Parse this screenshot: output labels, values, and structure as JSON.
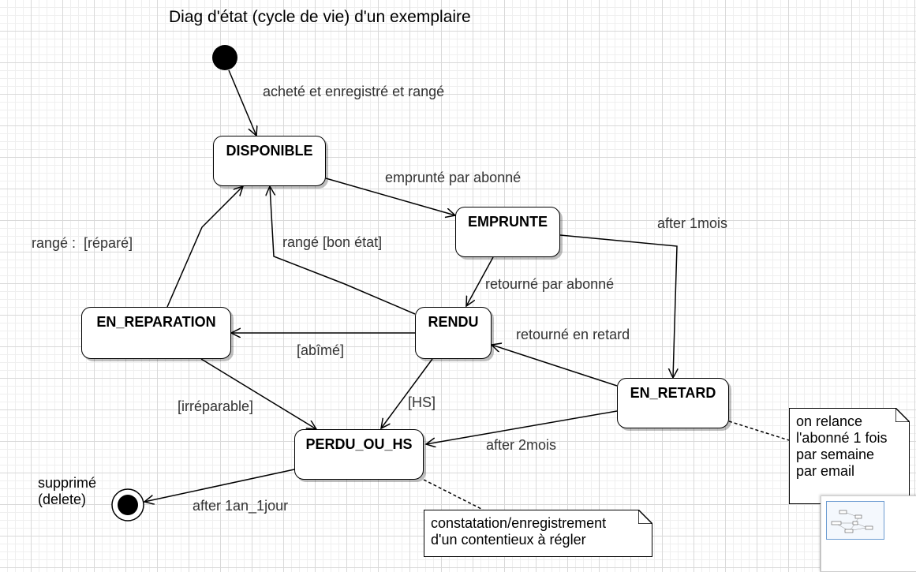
{
  "diagram": {
    "title": "Diag d'état (cycle de vie) d'un exemplaire",
    "states": {
      "disponible": "DISPONIBLE",
      "emprunte": "EMPRUNTE",
      "rendu": "RENDU",
      "en_reparation": "EN_REPARATION",
      "en_retard": "EN_RETARD",
      "perdu_ou_hs": "PERDU_OU_HS"
    },
    "transitions": {
      "initial_to_disponible": "acheté et enregistré et rangé",
      "disponible_to_emprunte": "emprunté par abonné",
      "emprunte_to_en_retard": "after 1mois",
      "emprunte_to_rendu": "retourné par abonné",
      "rendu_to_disponible": "rangé [bon état]",
      "reparation_to_disponible": "rangé :  [réparé]",
      "rendu_to_reparation": "[abîmé]",
      "en_retard_to_rendu": "retourné en retard",
      "reparation_to_perdu": "[irréparable]",
      "rendu_to_perdu": "[HS]",
      "en_retard_to_perdu": "after 2mois",
      "perdu_to_final": "after 1an_1jour",
      "final_label": "supprimé\n(delete)"
    },
    "notes": {
      "relance": "on relance\nl'abonné 1 fois\npar semaine\npar email",
      "contentieux": "constatation/enregistrement\nd'un contentieux à régler"
    }
  }
}
